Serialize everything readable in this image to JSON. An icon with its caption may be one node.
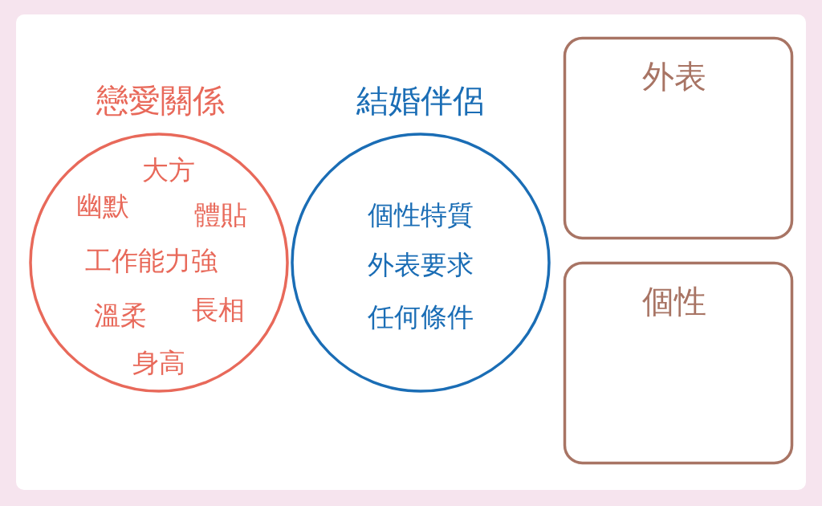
{
  "diagram": {
    "nodes": [
      {
        "text": [
          "戀愛關係",
          "大方",
          "幽默",
          "體貼",
          "工作能力強",
          "溫柔",
          "長相",
          "身高"
        ]
      },
      {
        "text": [
          "結婚伴侶",
          "個性特質",
          "外表要求",
          "任何條件"
        ]
      },
      {
        "text": [
          "外表"
        ]
      },
      {
        "text": [
          "個性"
        ]
      }
    ]
  }
}
